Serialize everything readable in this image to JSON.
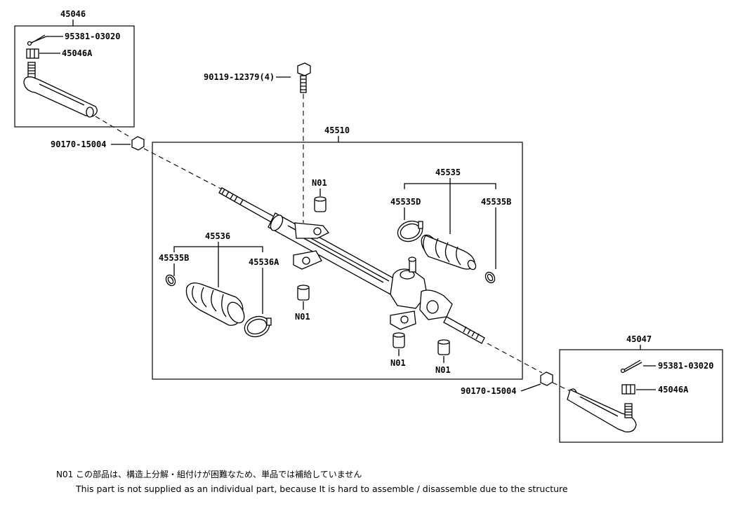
{
  "parts": {
    "tie_rod_end_lh": "45046",
    "tie_rod_end_rh": "45047",
    "gear_assy": "45510",
    "boot_set_left": "45536",
    "boot_set_right": "45535",
    "cotter_pin_top": "95381-03020",
    "cotter_pin_bottom": "95381-03020",
    "nut_top": "45046A",
    "nut_bottom": "45046A",
    "bolt": "90119-12379(4)",
    "lock_nut_left": "90170-15004",
    "lock_nut_right": "90170-15004",
    "clip_left": "45535B",
    "clamp_left": "45536A",
    "clamp_right_d": "45535D",
    "clip_right": "45535B",
    "bushing_top": "N01",
    "bushing_mid": "N01",
    "bushing_bottom_left": "N01",
    "bushing_bottom_right": "N01"
  },
  "notes": {
    "japanese": "N01 この部品は、構造上分解・組付けが困難なため、単品では補給していません",
    "english": "This part is not supplied as an individual part, because It is hard to assemble / disassemble due to the structure"
  }
}
